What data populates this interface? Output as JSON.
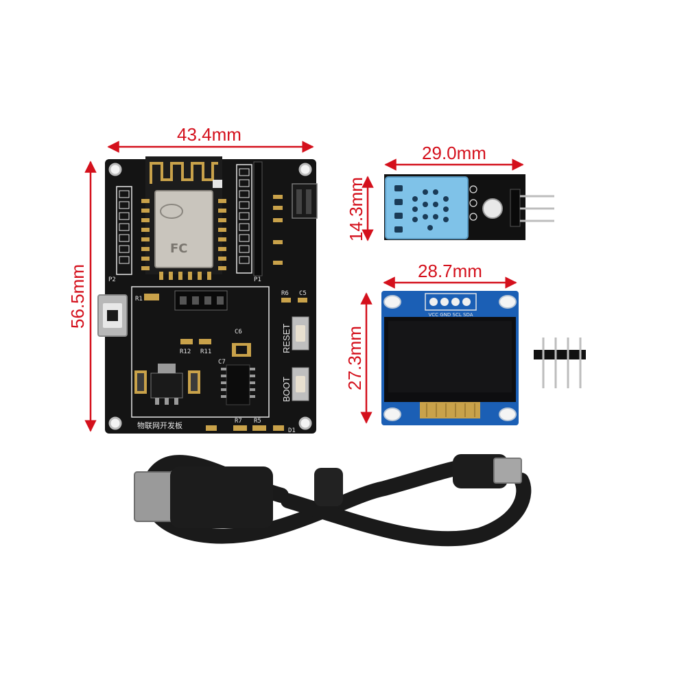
{
  "colors": {
    "dimension": "#d4101c",
    "pcb": "#141414",
    "silkscreen": "#e6e6e6",
    "module_shield": "#c9c5bd",
    "dht_sensor": "#7fc2e8",
    "oled_pcb": "#1b5fb5",
    "gold": "#c9a24a",
    "cable": "#1a1a1a"
  },
  "dimensions": {
    "board_width": "43.4mm",
    "board_height": "56.5mm",
    "dht_width": "29.0mm",
    "dht_height": "14.3mm",
    "oled_width": "28.7mm",
    "oled_height": "27.3mm"
  },
  "dev_board": {
    "chinese_label": "物联网开发板",
    "reset_label": "RESET",
    "boot_label": "BOOT",
    "p1": "P1",
    "p2": "P2",
    "r1": "R1",
    "r6": "R6",
    "c5": "C5",
    "c6": "C6",
    "c7": "C7",
    "r12": "R12",
    "r11": "R11",
    "r7": "R7",
    "r5": "R5",
    "d1": "D1"
  },
  "oled": {
    "pin_labels": "VCC GND SCL SDA"
  },
  "icons": [
    "wifi-antenna-icon",
    "fcc-mark-icon",
    "usb-cable-icon"
  ]
}
